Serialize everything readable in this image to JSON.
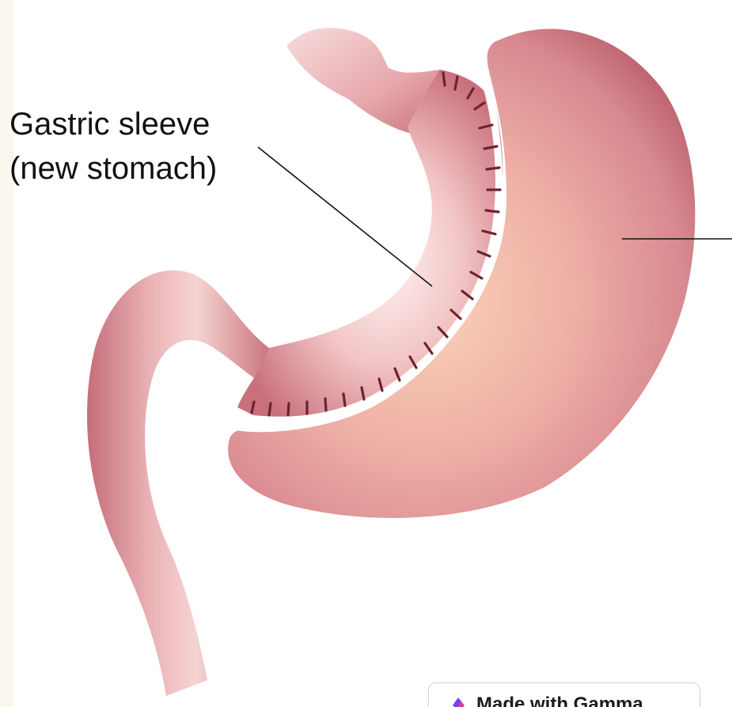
{
  "colors": {
    "page_background": "#ffffff",
    "left_strip": "#fbf7ee",
    "tissue_light": "#fbe6e4",
    "tissue_mid": "#e7a1a6",
    "tissue_dark": "#b55a67",
    "inner_glow": "#fbd3b8",
    "suture": "#6e2232",
    "leader_line": "#111111"
  },
  "labels": {
    "sleeve_line_1": "Gastric sleeve",
    "sleeve_line_2": "(new stomach)"
  },
  "badge": {
    "text": "Made with Gamma",
    "icon": "gamma-logo-icon"
  }
}
